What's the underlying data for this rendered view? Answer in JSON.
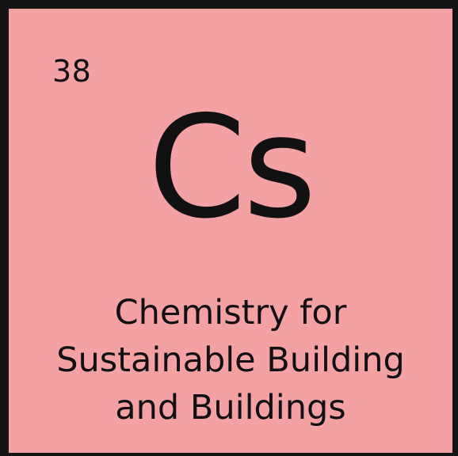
{
  "element": {
    "number": "38",
    "symbol": "Cs",
    "name_lines": [
      "Chemistry for",
      "Sustainable Building",
      "and Buildings"
    ]
  },
  "colors": {
    "tile_background": "#f4a1a4",
    "border": "#141414",
    "text": "#111111"
  }
}
